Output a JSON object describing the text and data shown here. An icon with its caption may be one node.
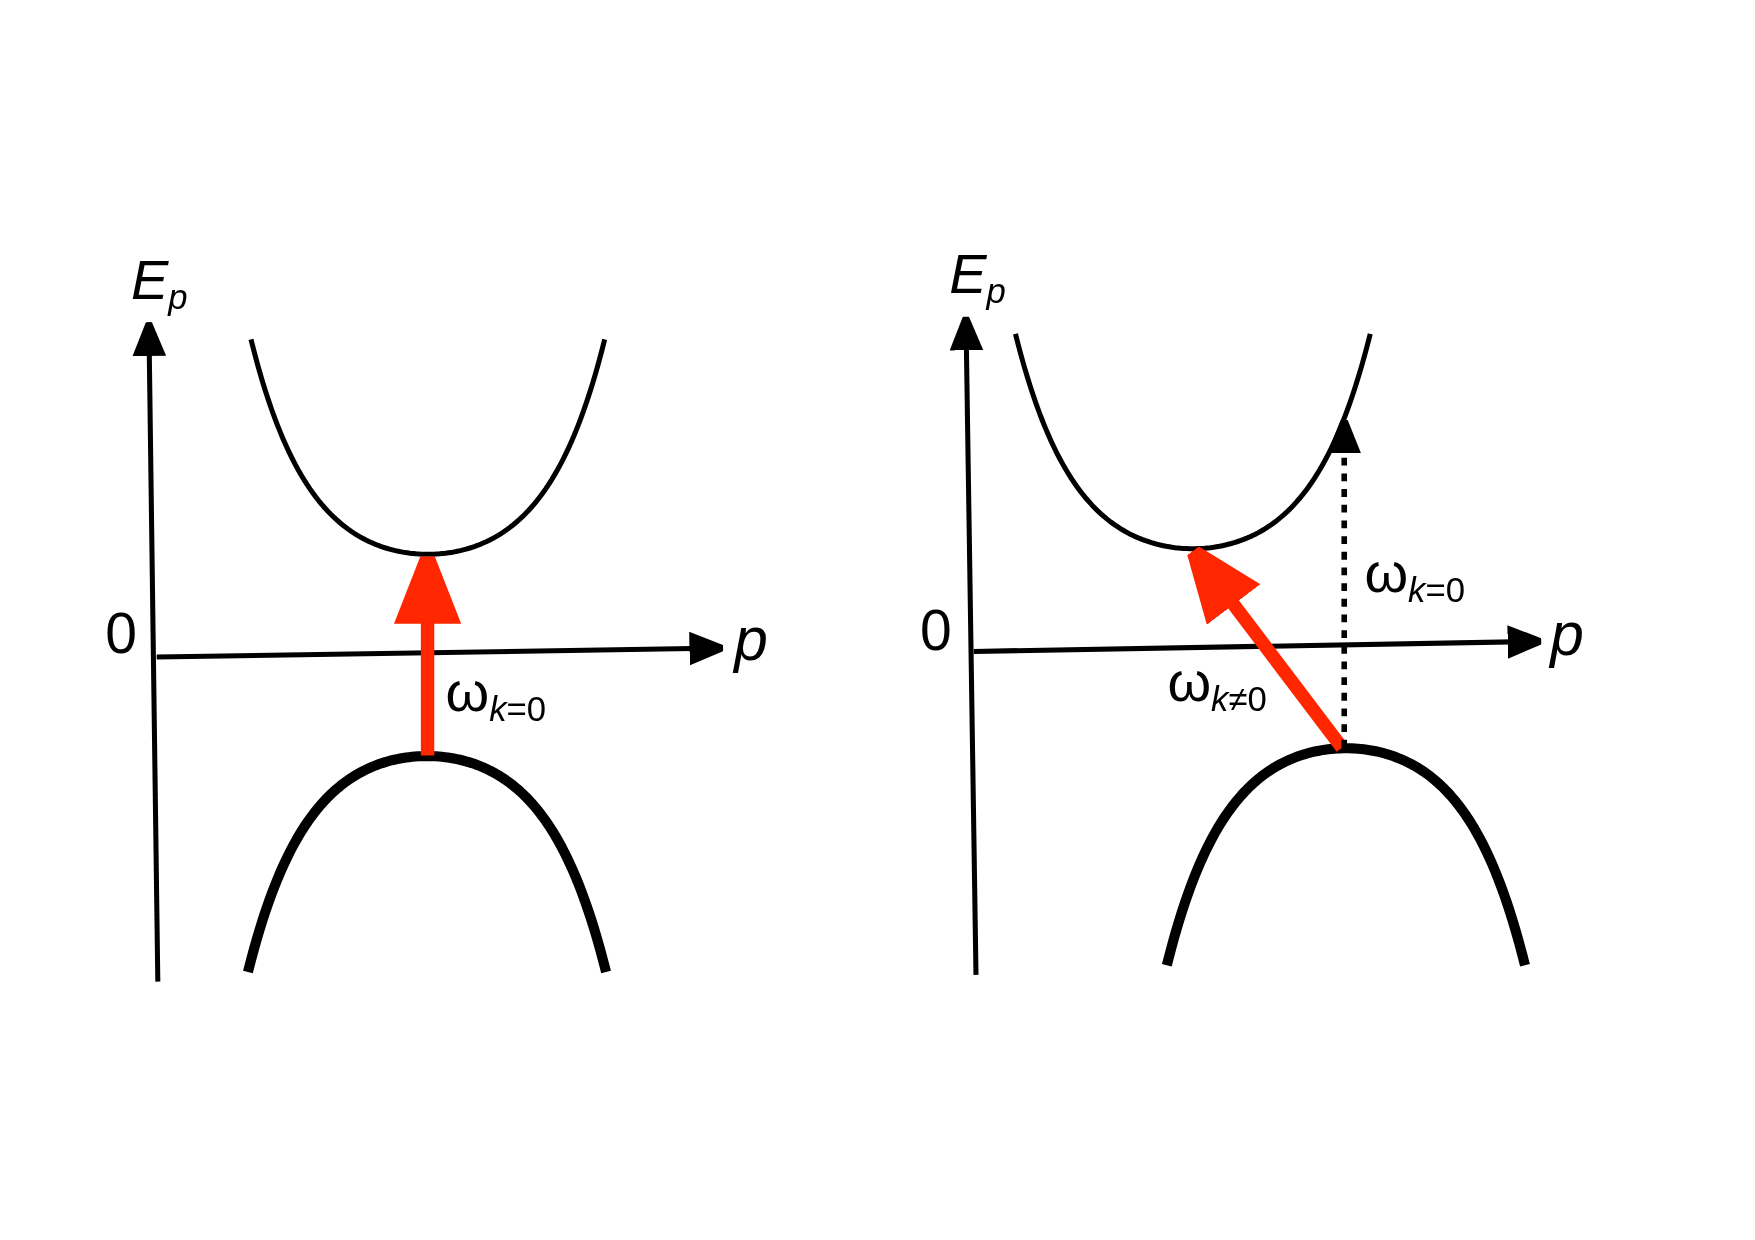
{
  "diagram": {
    "nodes": [
      {
        "text": [],
        "shape": "curve"
      },
      {
        "text": [],
        "shape": "curve"
      },
      {
        "text": [],
        "shape": "curve"
      },
      {
        "text": [],
        "shape": "curve"
      }
    ],
    "edges": [
      {
        "from": 1,
        "to": 0,
        "arrow": "to",
        "label": "ω$_{k=0}$",
        "color": "#ff2600"
      },
      {
        "from": 3,
        "to": 2,
        "arrow": "to",
        "label": "ω$_{k≠0}$",
        "color": "#ff2600"
      },
      {
        "from": 3,
        "to": 2,
        "arrow": "to",
        "label": "ω$_{k=0}$",
        "style": "dashed",
        "color": "#000000"
      }
    ],
    "labels": [
      "E$_{p}$",
      "0",
      "p",
      "E$_{p}$",
      "0",
      "p"
    ]
  }
}
